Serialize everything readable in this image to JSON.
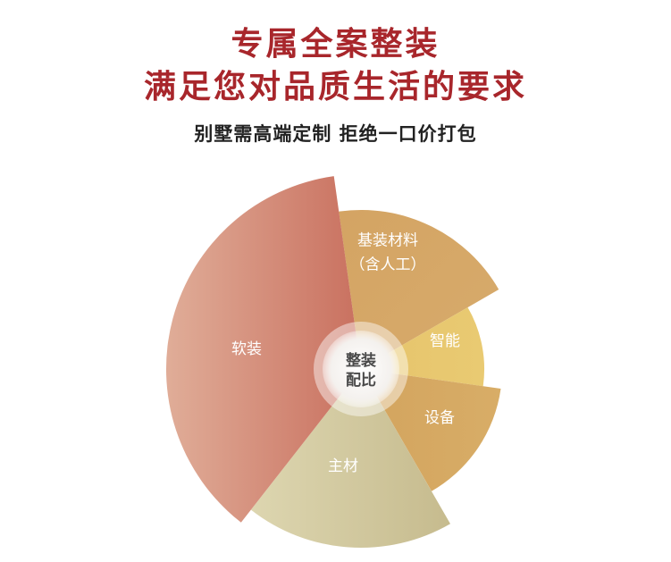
{
  "header": {
    "title_line1": "专属全案整装",
    "title_line2": "满足您对品质生活的要求",
    "subtitle": "别墅需高端定制  拒绝一口价打包"
  },
  "chart_data": {
    "type": "pie",
    "center_label": [
      "整装",
      "配比"
    ],
    "slices": [
      {
        "label": [
          "基装材料",
          "（含人工）"
        ],
        "color_start": "#d4a463",
        "color_end": "#d7ab6c"
      },
      {
        "label": [
          "智能"
        ],
        "color_start": "#e6c46c",
        "color_end": "#e9ca72"
      },
      {
        "label": [
          "设备"
        ],
        "color_start": "#d3a45e",
        "color_end": "#d8ad67"
      },
      {
        "label": [
          "主材"
        ],
        "color_start": "#ddd6b0",
        "color_end": "#c6bb8e"
      },
      {
        "label": [
          "软装"
        ],
        "color_start": "#e0ad98",
        "color_end": "#c9705f"
      }
    ]
  }
}
